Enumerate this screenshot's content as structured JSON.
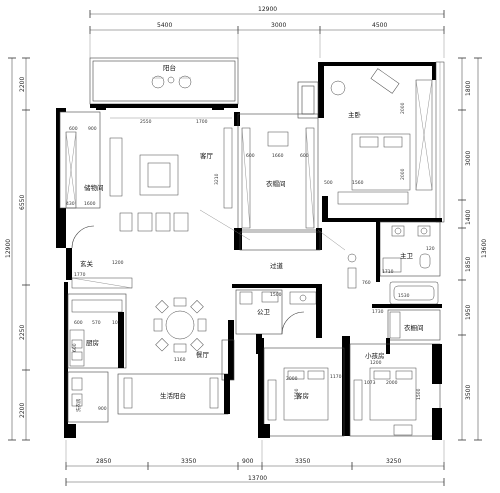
{
  "top_dims": {
    "overall": "12900",
    "segments": [
      "5400",
      "3000",
      "4500"
    ]
  },
  "bottom_dims": {
    "segments": [
      "2850",
      "3350",
      "900",
      "3350",
      "3250"
    ],
    "overall": "13700"
  },
  "left_dims": {
    "segments": [
      "2200",
      "6550",
      "2250",
      "2200"
    ],
    "overall": "12900"
  },
  "right_dims": {
    "segments": [
      "1800",
      "3000",
      "1400",
      "1850",
      "1950",
      "3500"
    ],
    "overall": "13600"
  },
  "rooms": {
    "balcony": "阳台",
    "living": "客厅",
    "storage": "储物间",
    "cloakroom": "衣帽间",
    "master": "主卧",
    "corridor": "过道",
    "entry": "玄关",
    "master_bath": "主卫",
    "public_bath": "公卫",
    "closet": "衣橱间",
    "kitchen": "厨房",
    "dining": "餐厅",
    "small_bedroom": "小孩房",
    "guest": "客房",
    "laundry": "洗衣房",
    "service_balcony": "生活阳台"
  },
  "inner_dims": {
    "living_w": "2550",
    "living_w2": "1700",
    "living_h": "3210",
    "storage_a": "600",
    "storage_b": "900",
    "storage_c": "430",
    "storage_d": "1600",
    "cloak_a": "600",
    "cloak_b": "1660",
    "cloak_c": "600",
    "master_a": "500",
    "master_b": "1560",
    "master_c": "2000",
    "master_d": "2000",
    "bath_a": "1710",
    "bath_b": "120",
    "bath_c": "760",
    "bath_d": "1530",
    "bath_e": "1730",
    "entry_a": "1200",
    "entry_b": "1770",
    "kitchen_a": "600",
    "kitchen_b": "570",
    "kitchen_c": "1000",
    "kitchen_d": "600",
    "laundry_a": "900",
    "dining_a": "1160",
    "guest_a": "2000",
    "guest_b": "1500",
    "guest_c": "1170",
    "kid_a": "1073",
    "kid_b": "2000",
    "kid_c": "1500",
    "kid_d": "1200"
  }
}
